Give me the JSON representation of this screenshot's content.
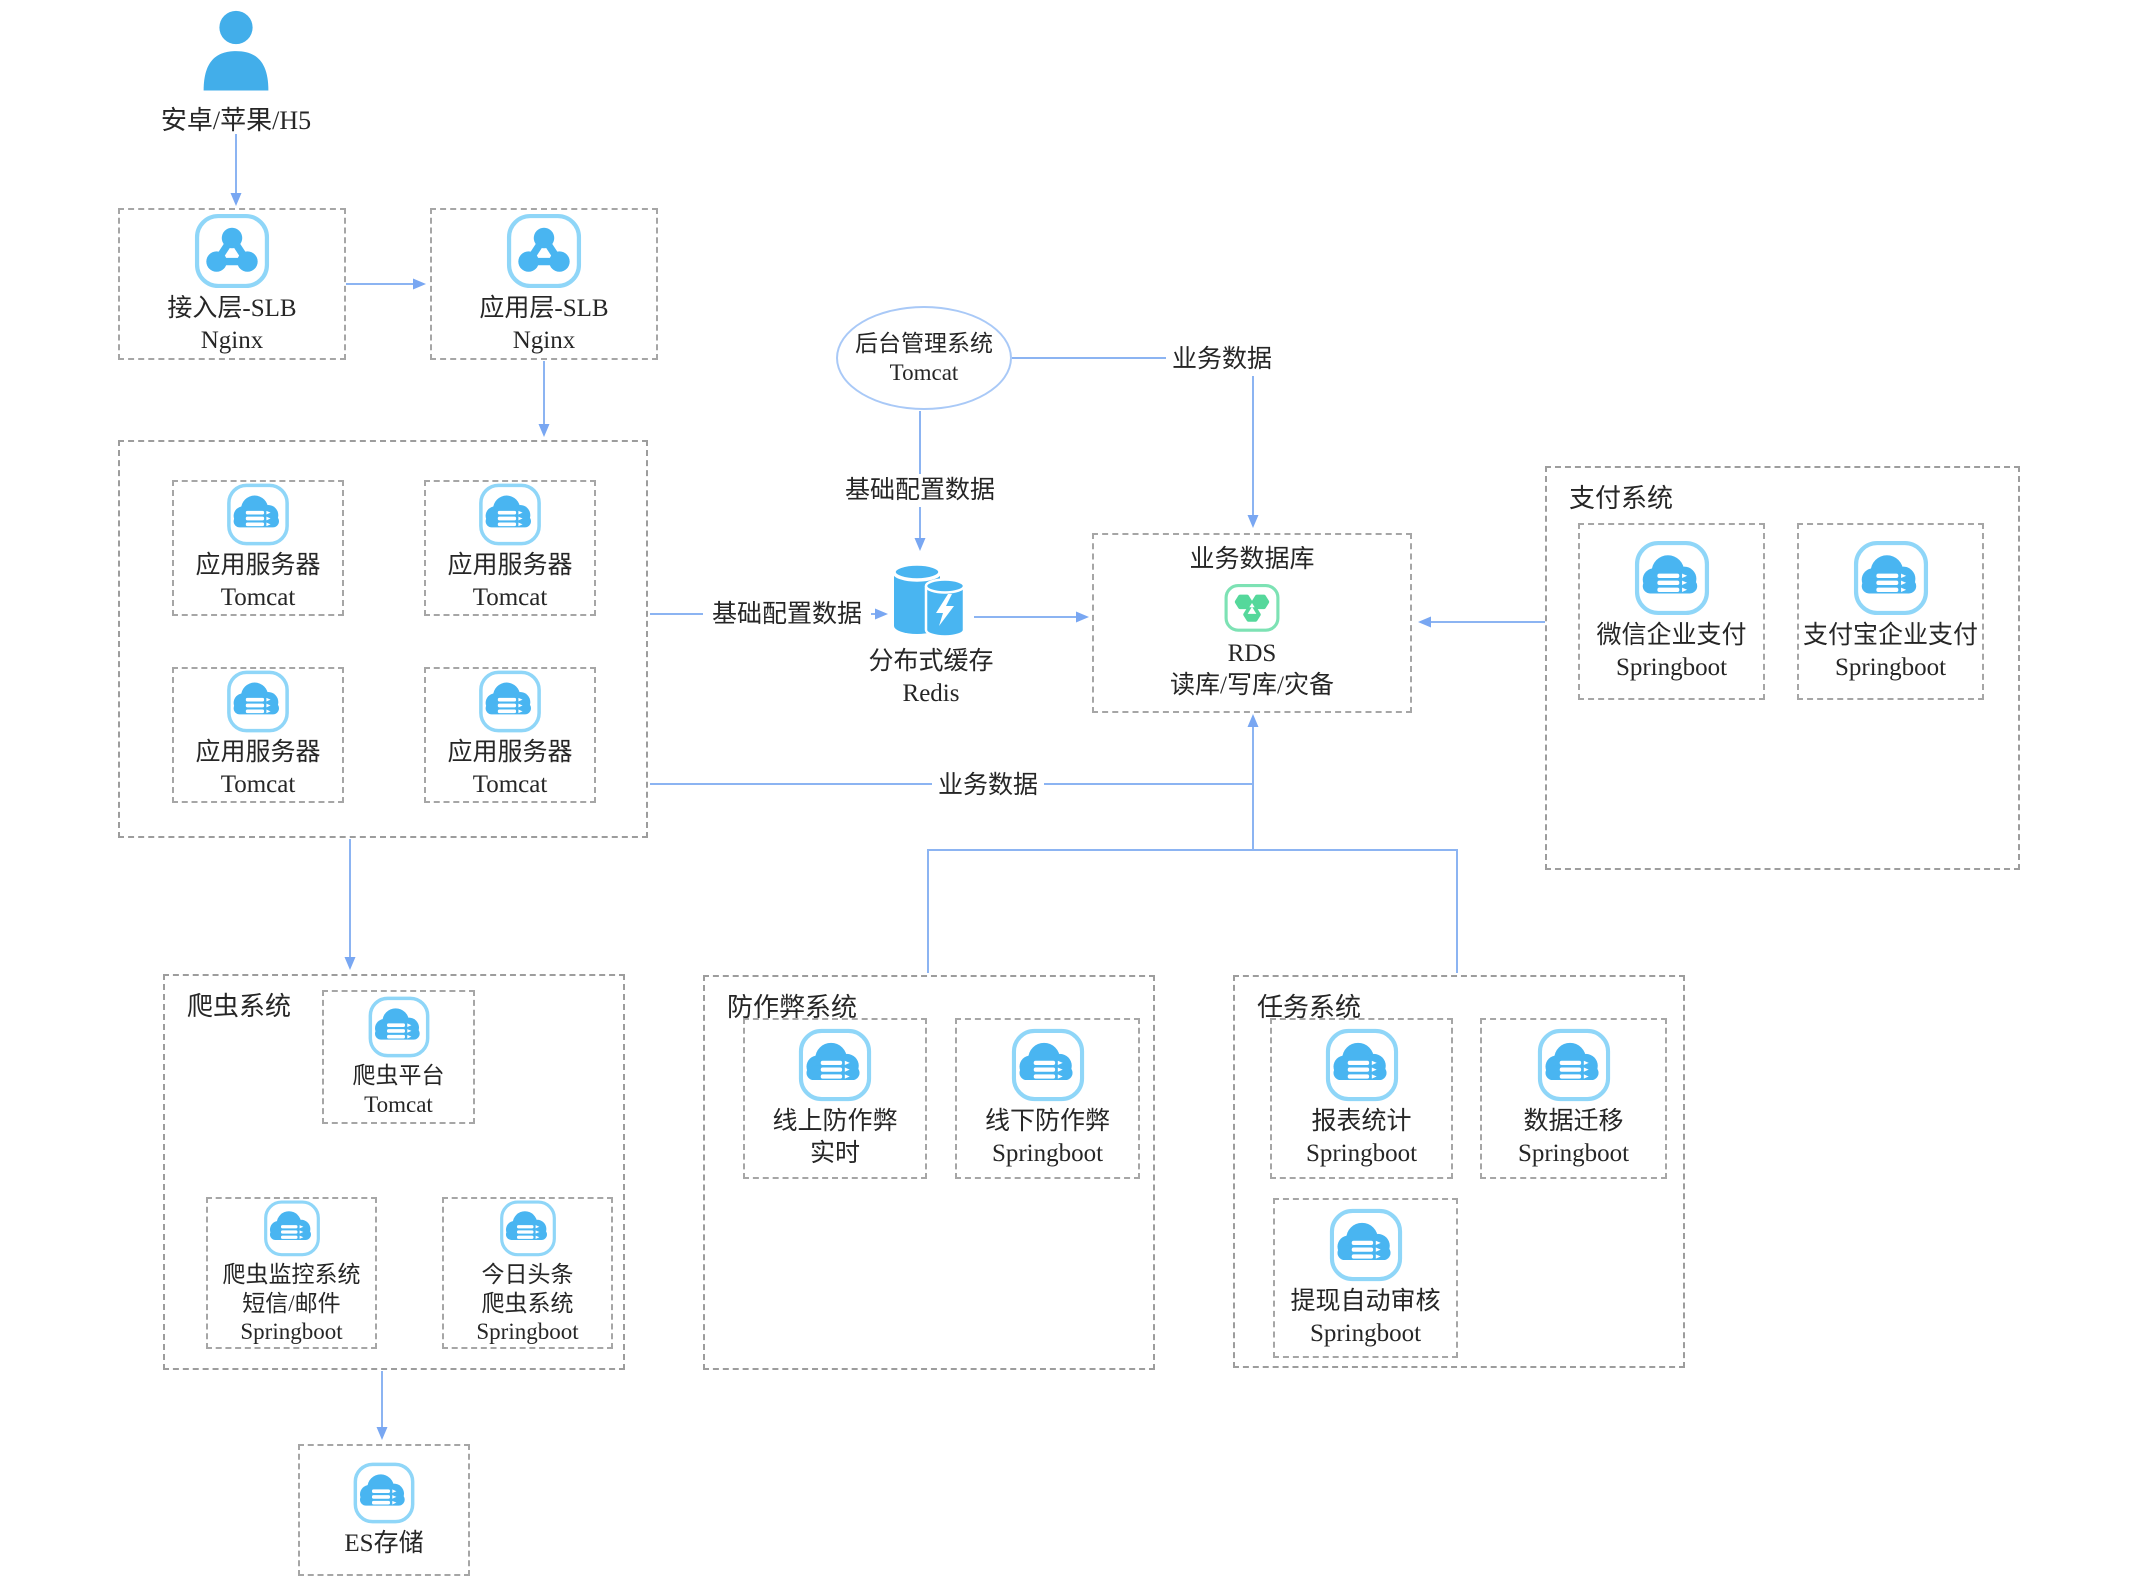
{
  "colors": {
    "icon_blue": "#49b5f1",
    "icon_border_blue": "#8fd6f8",
    "line_blue": "#8cb4f2",
    "arrow_blue": "#79a7f2",
    "rds_green": "#55d89b",
    "rds_green_border": "#7de2b4",
    "dashed_gray": "#a6a6a6"
  },
  "user": {
    "label": "安卓/苹果/H5"
  },
  "labels": {
    "config": "基础配置数据",
    "biz": "业务数据"
  },
  "slb_access": {
    "line1": "接入层-SLB",
    "line2": "Nginx"
  },
  "slb_app": {
    "line1": "应用层-SLB",
    "line2": "Nginx"
  },
  "app_server": {
    "line1": "应用服务器",
    "line2": "Tomcat"
  },
  "admin": {
    "line1": "后台管理系统",
    "line2": "Tomcat"
  },
  "redis": {
    "line1": "分布式缓存",
    "line2": "Redis"
  },
  "rds": {
    "title": "业务数据库",
    "line1": "RDS",
    "line2": "读库/写库/灾备"
  },
  "pay": {
    "title": "支付系统",
    "items": [
      {
        "line1": "微信企业支付",
        "line2": "Springboot"
      },
      {
        "line1": "支付宝企业支付",
        "line2": "Springboot"
      }
    ]
  },
  "crawler": {
    "title": "爬虫系统",
    "platform": {
      "line1": "爬虫平台",
      "line2": "Tomcat"
    },
    "monitor": {
      "line1": "爬虫监控系统",
      "line2": "短信/邮件",
      "line3": "Springboot"
    },
    "toutiao": {
      "line1": "今日头条",
      "line2": "爬虫系统",
      "line3": "Springboot"
    }
  },
  "es": {
    "label": "ES存储"
  },
  "anticheat": {
    "title": "防作弊系统",
    "items": [
      {
        "line1": "线上防作弊",
        "line2": "实时"
      },
      {
        "line1": "线下防作弊",
        "line2": "Springboot"
      }
    ]
  },
  "tasks": {
    "title": "任务系统",
    "items": [
      {
        "line1": "报表统计",
        "line2": "Springboot"
      },
      {
        "line1": "数据迁移",
        "line2": "Springboot"
      },
      {
        "line1": "提现自动审核",
        "line2": "Springboot"
      }
    ]
  }
}
